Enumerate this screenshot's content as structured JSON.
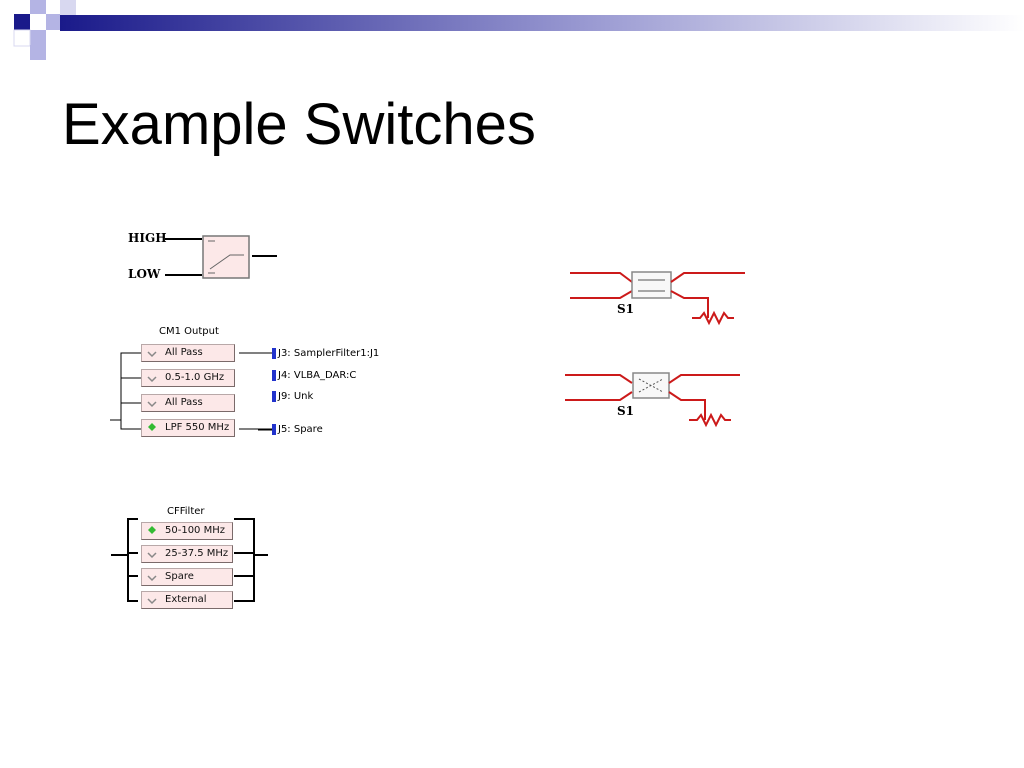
{
  "title": "Example Switches",
  "header_colors": {
    "navy": "#1a1a8a",
    "light": "#b4b4e4"
  },
  "high_low_switch": {
    "high_label": "HIGH",
    "low_label": "LOW"
  },
  "cm1": {
    "title": "CM1 Output",
    "options": [
      {
        "label": "All Pass",
        "selected": false
      },
      {
        "label": "0.5-1.0 GHz",
        "selected": false
      },
      {
        "label": "All Pass",
        "selected": false
      },
      {
        "label": "LPF 550 MHz",
        "selected": true
      }
    ],
    "outputs": [
      "J3: SamplerFilter1:J1",
      "J4: VLBA_DAR:C",
      "J9: Unk",
      "J5: Spare"
    ]
  },
  "cffilter": {
    "title": "CFFilter",
    "options": [
      {
        "label": "50-100 MHz",
        "selected": true
      },
      {
        "label": "25-37.5 MHz",
        "selected": false
      },
      {
        "label": "Spare",
        "selected": false
      },
      {
        "label": "External",
        "selected": false
      }
    ]
  },
  "relay_switches": [
    {
      "label": "S1",
      "state": "parallel"
    },
    {
      "label": "S1",
      "state": "crossed"
    }
  ],
  "colors": {
    "wire_red": "#cc1a1a",
    "option_bg": "#fce8e8",
    "selected_diamond": "#33bb33",
    "connector_blue": "#2233cc"
  }
}
